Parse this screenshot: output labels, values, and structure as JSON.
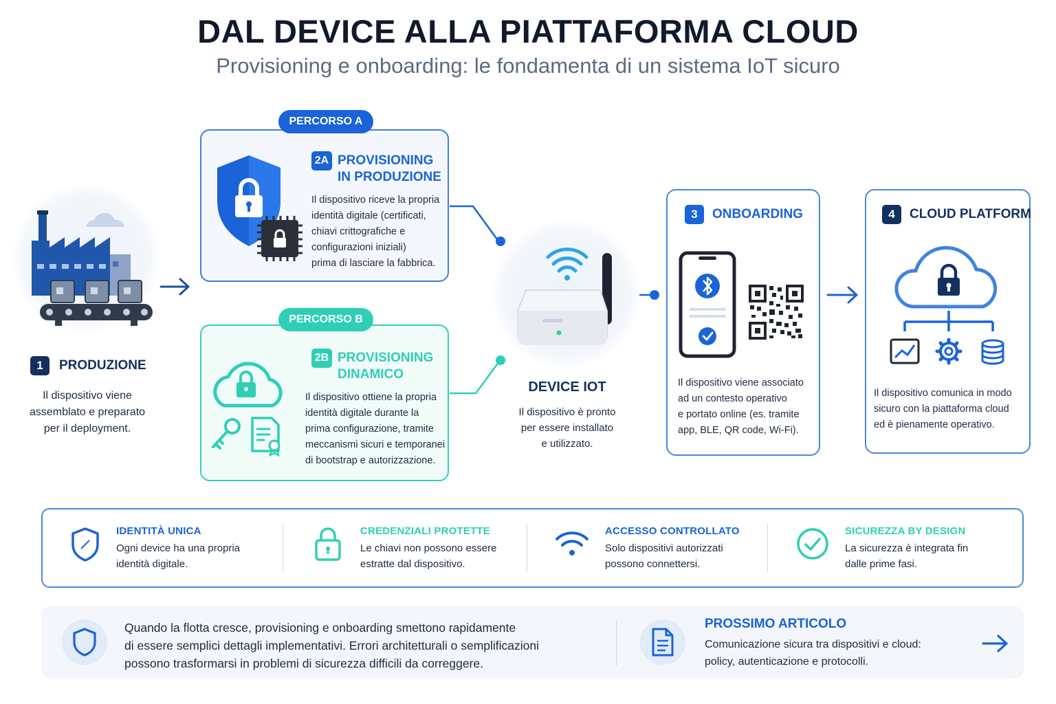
{
  "header": {
    "title": "DAL DEVICE ALLA PIATTAFORMA CLOUD",
    "subtitle": "Provisioning e onboarding: le fondamenta di un sistema IoT sicuro"
  },
  "step1": {
    "number": "1",
    "title": "PRODUZIONE",
    "lines": [
      "Il dispositivo viene",
      "assemblato e preparato",
      "per il deployment."
    ]
  },
  "path_a": {
    "pill": "PERCORSO A",
    "tag": "2A",
    "title_lines": [
      "PROVISIONING",
      "IN PRODUZIONE"
    ],
    "lines": [
      "Il dispositivo riceve la propria",
      "identità digitale (certificati,",
      "chiavi crittografiche e",
      "configurazioni iniziali)",
      "prima di lasciare la fabbrica."
    ]
  },
  "path_b": {
    "pill": "PERCORSO B",
    "tag": "2B",
    "title_lines": [
      "PROVISIONING",
      "DINAMICO"
    ],
    "lines": [
      "Il dispositivo ottiene la propria",
      "identità digitale durante la",
      "prima configurazione, tramite",
      "meccanismi sicuri e temporanei",
      "di bootstrap e autorizzazione."
    ]
  },
  "device": {
    "title": "DEVICE IOT",
    "lines": [
      "Il dispositivo è pronto",
      "per essere installato",
      "e utilizzato."
    ]
  },
  "step3": {
    "number": "3",
    "title": "ONBOARDING",
    "lines": [
      "Il dispositivo viene associato",
      "ad un contesto operativo",
      "e portato online (es. tramite",
      "app, BLE, QR code, Wi-Fi)."
    ]
  },
  "step4": {
    "number": "4",
    "title": "CLOUD PLATFORM",
    "lines": [
      "Il dispositivo comunica in modo",
      "sicuro con la piattaforma cloud",
      "ed è pienamente operativo."
    ]
  },
  "features": [
    {
      "title": "IDENTITÀ UNICA",
      "lines": [
        "Ogni device ha una propria",
        "identità digitale."
      ],
      "color": "#1a63d8",
      "icon": "shield-icon"
    },
    {
      "title": "CREDENZIALI PROTETTE",
      "lines": [
        "Le chiavi non possono essere",
        "estratte dal dispositivo."
      ],
      "color": "#2fcfb5",
      "icon": "lock-icon"
    },
    {
      "title": "ACCESSO CONTROLLATO",
      "lines": [
        "Solo dispositivi autorizzati",
        "possono connettersi."
      ],
      "color": "#1a63d8",
      "icon": "wifi-icon"
    },
    {
      "title": "SICUREZZA BY DESIGN",
      "lines": [
        "La sicurezza è integrata fin",
        "dalle prime fasi."
      ],
      "color": "#2fcfb5",
      "icon": "check-circle-icon"
    }
  ],
  "bottom": {
    "note_lines": [
      "Quando la flotta cresce, provisioning e onboarding smettono rapidamente",
      "di essere semplici dettagli implementativi. Errori architetturali o semplificazioni",
      "possono trasformarsi in problemi di sicurezza difficili da correggere."
    ],
    "next_title": "PROSSIMO ARTICOLO",
    "next_lines": [
      "Comunicazione sicura tra dispositivi e cloud:",
      "policy, autenticazione e protocolli."
    ]
  },
  "colors": {
    "navy": "#14305f",
    "blue": "#1a63d8",
    "teal": "#2fcfb5",
    "border_blue": "#4f86d9"
  }
}
